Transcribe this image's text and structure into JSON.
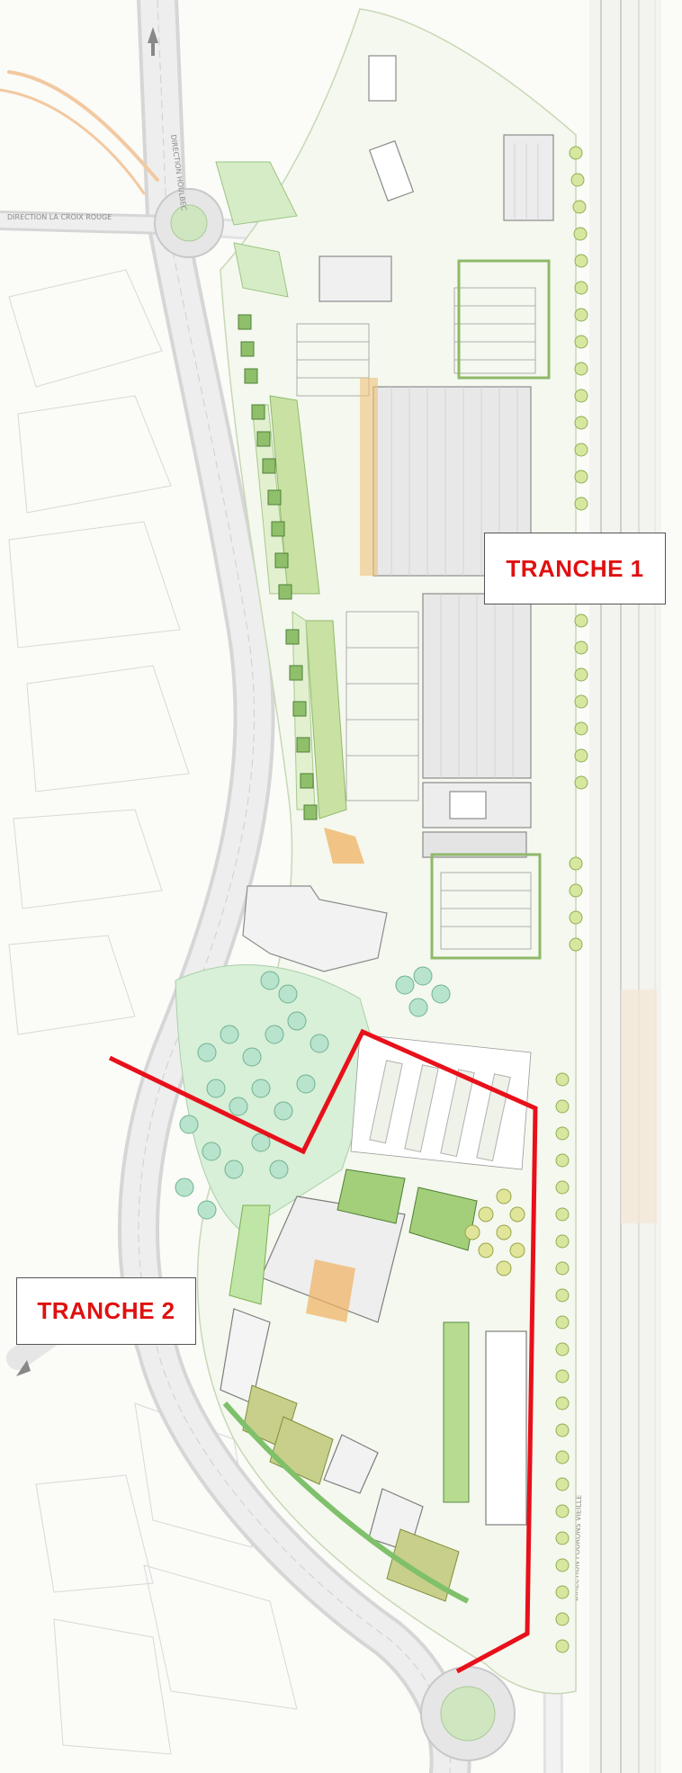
{
  "labels": {
    "tranche_1": "TRANCHE 1",
    "tranche_2": "TRANCHE 2"
  },
  "road_labels": {
    "north_arrow": "DIRECTION HOULBEC",
    "west_road": "DIRECTION LA CROIX ROUGE",
    "south_east": "DIRECTION FOURONS VIEILLE"
  },
  "colors": {
    "boundary_line": "#e8101a",
    "tranche_text": "#e01010",
    "vegetation": "#b9d98a",
    "dark_vegetation": "#7fae52",
    "tree": "#a8dcc0",
    "building": "#ececec",
    "road": "#e4e4e4",
    "rail": "#cfcfcf"
  }
}
